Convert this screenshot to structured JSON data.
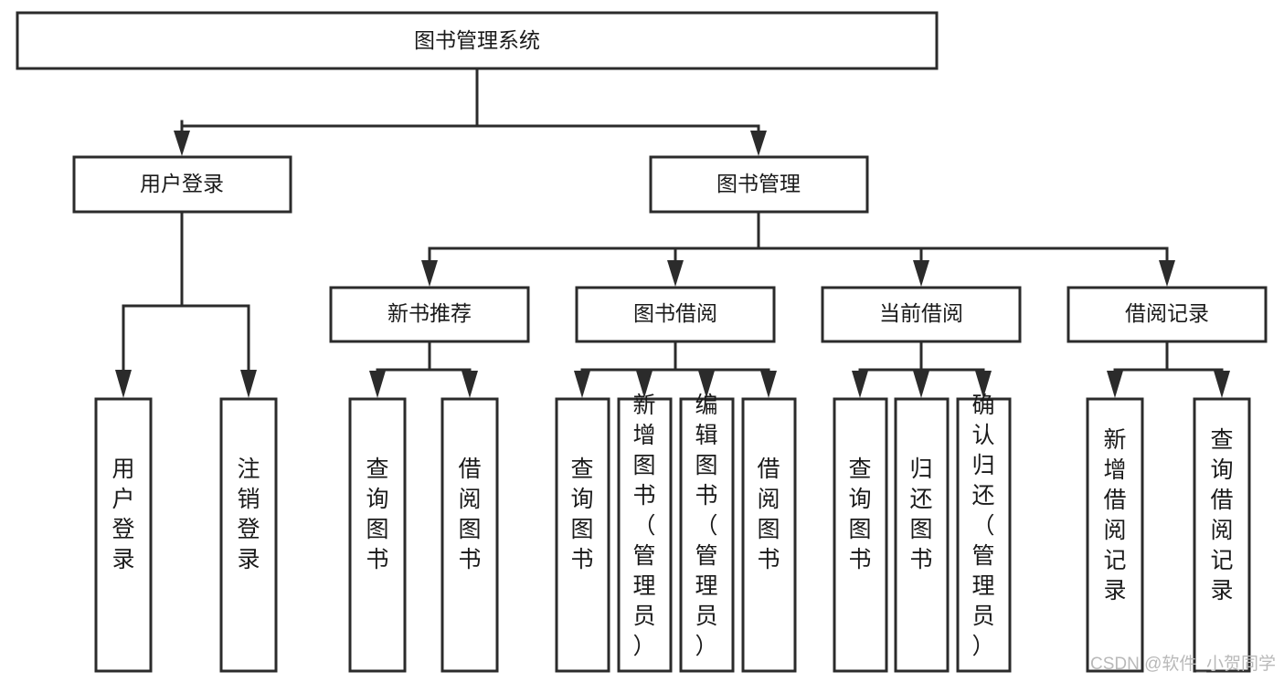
{
  "diagram": {
    "type": "tree-hierarchy-chart",
    "title": "图书管理系统",
    "orientation": "top-down",
    "colors": {
      "box_fill": "#ffffff",
      "box_stroke": "#2b2b2b",
      "connector": "#2b2b2b",
      "text": "#1a1a1a",
      "background": "#ffffff",
      "watermark": "#b9b9b9"
    },
    "root": {
      "label": "图书管理系统"
    },
    "level1": [
      {
        "id": "user-login",
        "label": "用户登录"
      },
      {
        "id": "book-manage",
        "label": "图书管理"
      }
    ],
    "level2": [
      {
        "id": "new-book-recommend",
        "label": "新书推荐",
        "parent": "book-manage"
      },
      {
        "id": "book-borrow",
        "label": "图书借阅",
        "parent": "book-manage"
      },
      {
        "id": "current-borrow",
        "label": "当前借阅",
        "parent": "book-manage"
      },
      {
        "id": "borrow-record",
        "label": "借阅记录",
        "parent": "book-manage"
      }
    ],
    "leaves": {
      "user-login": [
        {
          "id": "leaf-user-login",
          "label": "用户登录"
        },
        {
          "id": "leaf-user-logout",
          "label": "注销登录"
        }
      ],
      "new-book-recommend": [
        {
          "id": "leaf-query-book-1",
          "label": "查询图书"
        },
        {
          "id": "leaf-borrow-book-1",
          "label": "借阅图书"
        }
      ],
      "book-borrow": [
        {
          "id": "leaf-query-book-2",
          "label": "查询图书"
        },
        {
          "id": "leaf-add-book",
          "label": "新增图书（管理员）"
        },
        {
          "id": "leaf-edit-book",
          "label": "编辑图书（管理员）"
        },
        {
          "id": "leaf-borrow-book-2",
          "label": "借阅图书"
        }
      ],
      "current-borrow": [
        {
          "id": "leaf-query-book-3",
          "label": "查询图书"
        },
        {
          "id": "leaf-return-book",
          "label": "归还图书"
        },
        {
          "id": "leaf-confirm-return",
          "label": "确认归还（管理员）"
        }
      ],
      "borrow-record": [
        {
          "id": "leaf-add-record",
          "label": "新增借阅记录"
        },
        {
          "id": "leaf-query-record",
          "label": "查询借阅记录"
        }
      ]
    }
  },
  "watermark": {
    "text": "CSDN @软件_小贺同学"
  }
}
